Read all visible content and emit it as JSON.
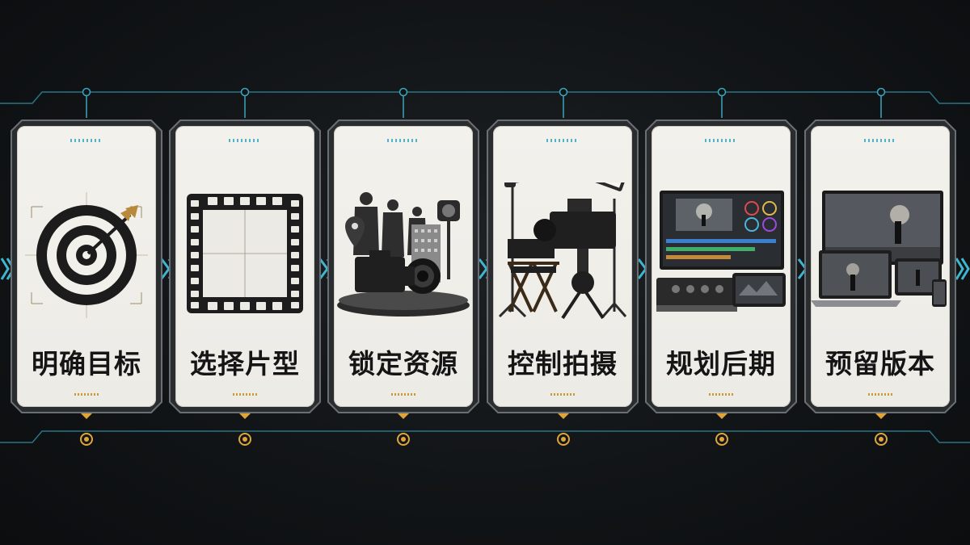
{
  "steps": [
    {
      "label": "明确目标",
      "icon": "target-icon"
    },
    {
      "label": "选择片型",
      "icon": "film-frame-icon"
    },
    {
      "label": "锁定资源",
      "icon": "resources-icon"
    },
    {
      "label": "控制拍摄",
      "icon": "film-set-icon"
    },
    {
      "label": "规划后期",
      "icon": "editing-suite-icon"
    },
    {
      "label": "预留版本",
      "icon": "multi-device-icon"
    }
  ],
  "colors": {
    "accent_teal": "#4fb3c9",
    "accent_gold": "#e0a53a",
    "card_bg": "#f0eee9",
    "background": "#121517"
  }
}
